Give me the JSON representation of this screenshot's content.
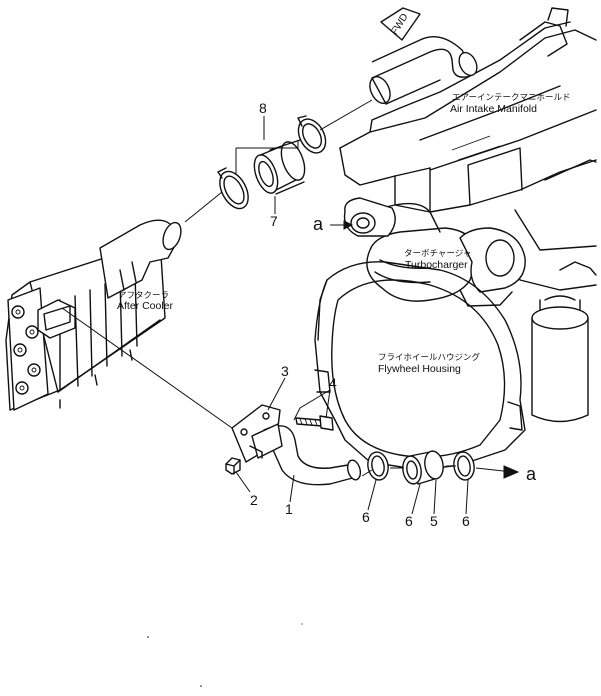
{
  "labels": {
    "air_intake_manifold_jp": "エアーインテークマニホールド",
    "air_intake_manifold_en": "Air Intake Manifold",
    "turbocharger_jp": "ターボチャージャ",
    "turbocharger_en": "Turbocharger",
    "after_cooler_jp": "アフタクーラ",
    "after_cooler_en": "After Cooler",
    "flywheel_housing_jp": "フライホイールハウジング",
    "flywheel_housing_en": "Flywheel Housing",
    "fwd": "FWD"
  },
  "callouts": {
    "p1": "1",
    "p2": "2",
    "p3": "3",
    "p4": "4",
    "p5": "5",
    "p6a": "6",
    "p6b": "6",
    "p6c": "6",
    "p7": "7",
    "p8": "8",
    "ref_a_left": "a",
    "ref_a_right": "a"
  }
}
